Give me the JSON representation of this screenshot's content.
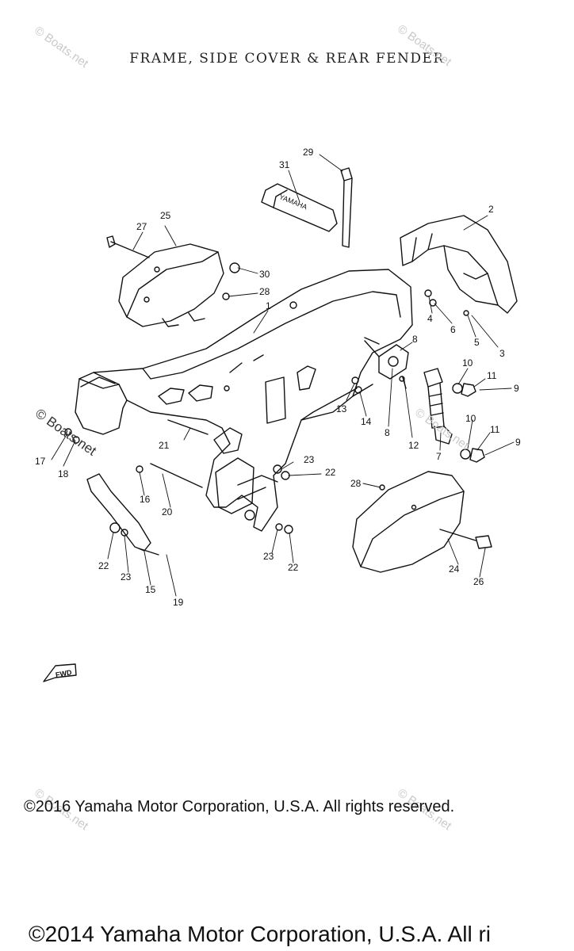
{
  "title": "FRAME, SIDE COVER & REAR FENDER",
  "watermark": "© Boats.net",
  "fwd_label": "FWD",
  "side_cover_brand": "YAMAHA",
  "copyright_2016": "©2016 Yamaha Motor Corporation, U.S.A. All rights reserved.",
  "copyright_2014": "©2014 Yamaha Motor Corporation, U.S.A. All ri",
  "callouts": {
    "c1": "1",
    "c2": "2",
    "c3": "3",
    "c4": "4",
    "c5": "5",
    "c6": "6",
    "c7": "7",
    "c8a": "8",
    "c8b": "8",
    "c9a": "9",
    "c9b": "9",
    "c10a": "10",
    "c10b": "10",
    "c11a": "11",
    "c11b": "11",
    "c12": "12",
    "c13": "13",
    "c14": "14",
    "c15": "15",
    "c16": "16",
    "c17": "17",
    "c18": "18",
    "c19": "19",
    "c20": "20",
    "c21": "21",
    "c22a": "22",
    "c22b": "22",
    "c22c": "22",
    "c23a": "23",
    "c23b": "23",
    "c23c": "23",
    "c24": "24",
    "c25": "25",
    "c26": "26",
    "c27": "27",
    "c28a": "28",
    "c28b": "28",
    "c29": "29",
    "c30": "30",
    "c31": "31"
  }
}
